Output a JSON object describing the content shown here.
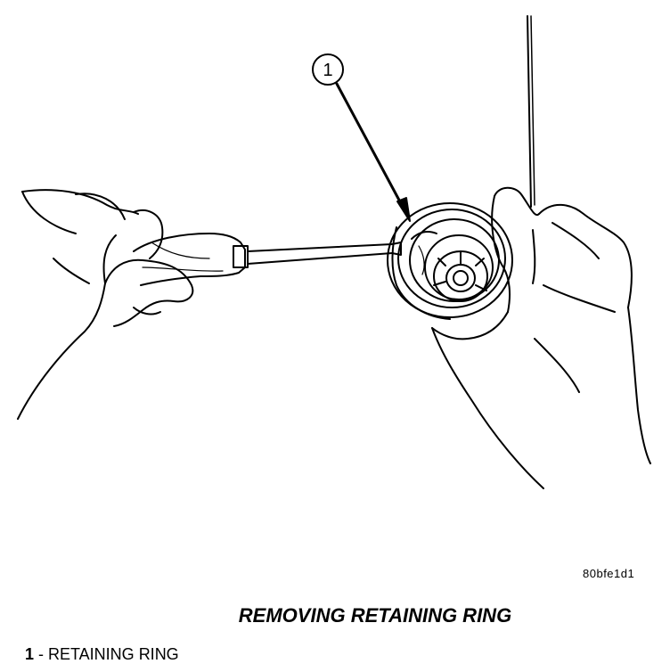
{
  "figure": {
    "callout_number": "1",
    "reference_code": "80bfe1d1"
  },
  "caption": "REMOVING RETAINING RING",
  "legend": {
    "number": "1",
    "separator": " - ",
    "label": "RETAINING RING"
  }
}
